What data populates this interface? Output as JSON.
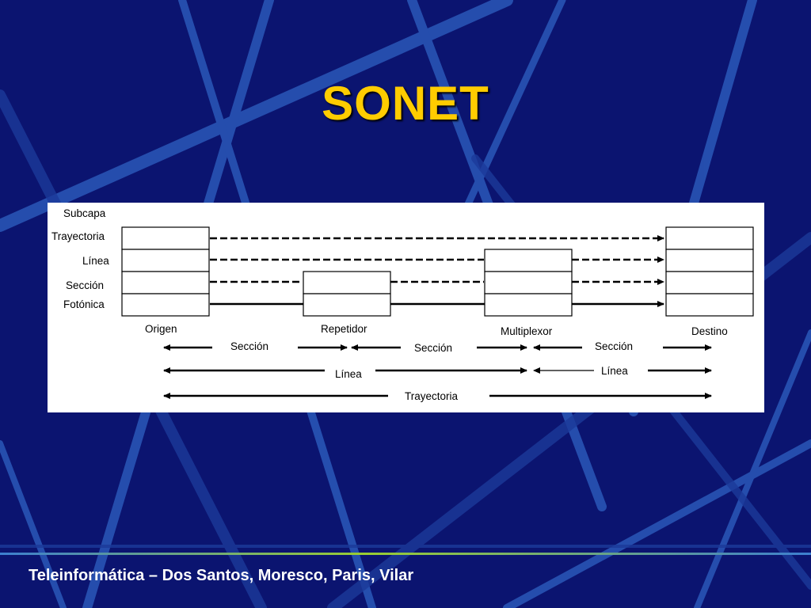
{
  "title": "SONET",
  "footer": "Teleinformática – Dos Santos, Moresco, Paris, Vilar",
  "diagram": {
    "layers": {
      "header": "Subcapa",
      "items": [
        "Trayectoria",
        "Línea",
        "Sección",
        "Fotónica"
      ]
    },
    "nodes": [
      "Origen",
      "Repetidor",
      "Multiplexor",
      "Destino"
    ],
    "spans": {
      "section": [
        "Sección",
        "Sección",
        "Sección"
      ],
      "line": [
        "Línea",
        "Línea"
      ],
      "path": "Trayectoria"
    }
  }
}
